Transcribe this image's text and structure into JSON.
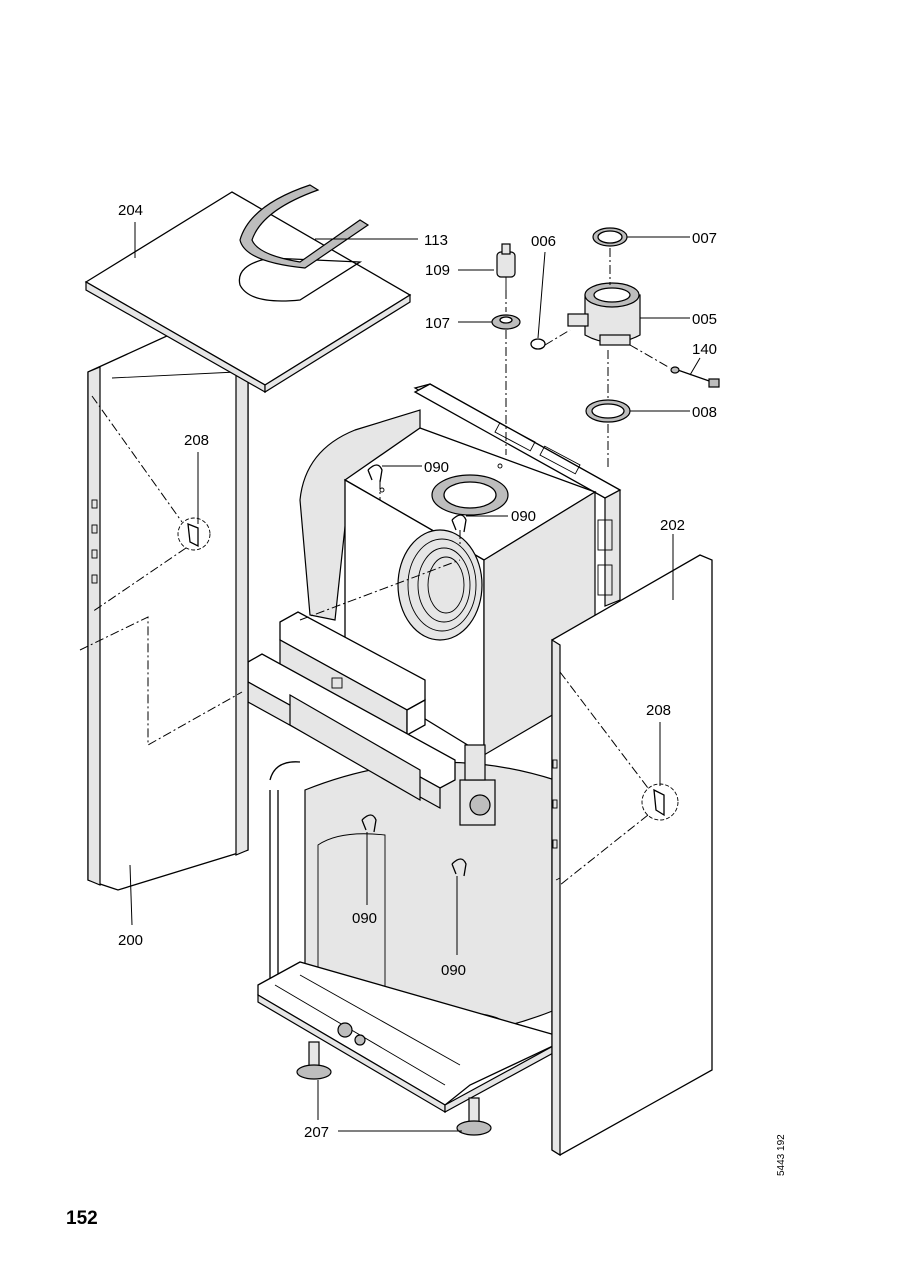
{
  "labels": {
    "p204": "204",
    "p113": "113",
    "p109": "109",
    "p006": "006",
    "p007": "007",
    "p107": "107",
    "p005": "005",
    "p140": "140",
    "p008": "008",
    "p208a": "208",
    "p090a": "090",
    "p090b": "090",
    "p202": "202",
    "p208b": "208",
    "p090c": "090",
    "p090d": "090",
    "p200": "200",
    "p207": "207"
  },
  "page_number": "152",
  "doc_code": "5443 192"
}
